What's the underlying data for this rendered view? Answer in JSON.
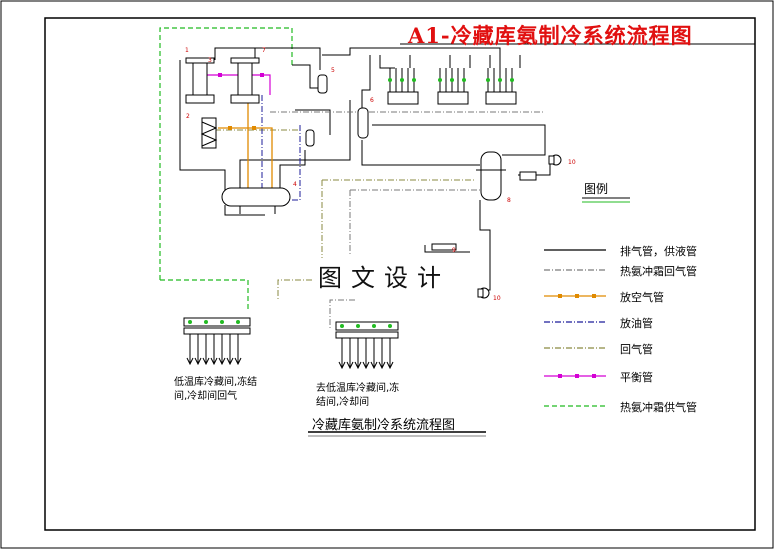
{
  "title": "A1-冷藏库氨制冷系统流程图",
  "watermark": "图文设计",
  "subtitle": "冷藏库氨制冷系统流程图",
  "legend": {
    "heading": "图例",
    "items": [
      {
        "label": "排气管，供液管",
        "color": "#000000",
        "style": "solid"
      },
      {
        "label": "热氨冲霜回气管",
        "color": "#7a7a7a",
        "style": "dash-dot"
      },
      {
        "label": "放空气管",
        "color": "#e08a00",
        "style": "solid-markers"
      },
      {
        "label": "放油管",
        "color": "#1c1c9a",
        "style": "dash-dot"
      },
      {
        "label": "回气管",
        "color": "#8a8a40",
        "style": "dash-dot"
      },
      {
        "label": "平衡管",
        "color": "#d400d4",
        "style": "solid-markers"
      },
      {
        "label": "热氨冲霜供气管",
        "color": "#22bb22",
        "style": "dashed"
      }
    ]
  },
  "captions": {
    "left_line1": "低温库冷藏间,冻结",
    "left_line2": "间,冷却间回气",
    "mid_line1": "去低温库冷藏间,冻",
    "mid_line2": "结间,冷却间"
  },
  "equipment_labels": [
    "1",
    "2",
    "3",
    "4",
    "5",
    "6",
    "7",
    "8",
    "9",
    "10",
    "10"
  ],
  "colors": {
    "title": "#e11010",
    "frame": "#000000",
    "green": "#22bb22",
    "magenta": "#d400d4",
    "orange": "#e08a00"
  }
}
